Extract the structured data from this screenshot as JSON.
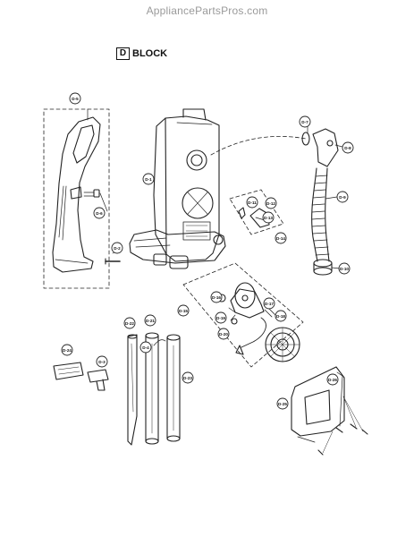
{
  "watermark": "AppliancePartsPros.com",
  "block_label": {
    "letter": "D",
    "word": "BLOCK"
  },
  "callouts": [
    "D-5",
    "D-6",
    "D-2",
    "D-1",
    "D-7",
    "D-8",
    "D-9",
    "D-10",
    "D-11",
    "D-12",
    "D-13",
    "D-14",
    "D-15",
    "D-16",
    "D-17",
    "D-18",
    "D-19",
    "D-20",
    "D-21",
    "D-22",
    "D-23",
    "D-24",
    "D-3",
    "D-4",
    "D-25",
    "D-26"
  ]
}
